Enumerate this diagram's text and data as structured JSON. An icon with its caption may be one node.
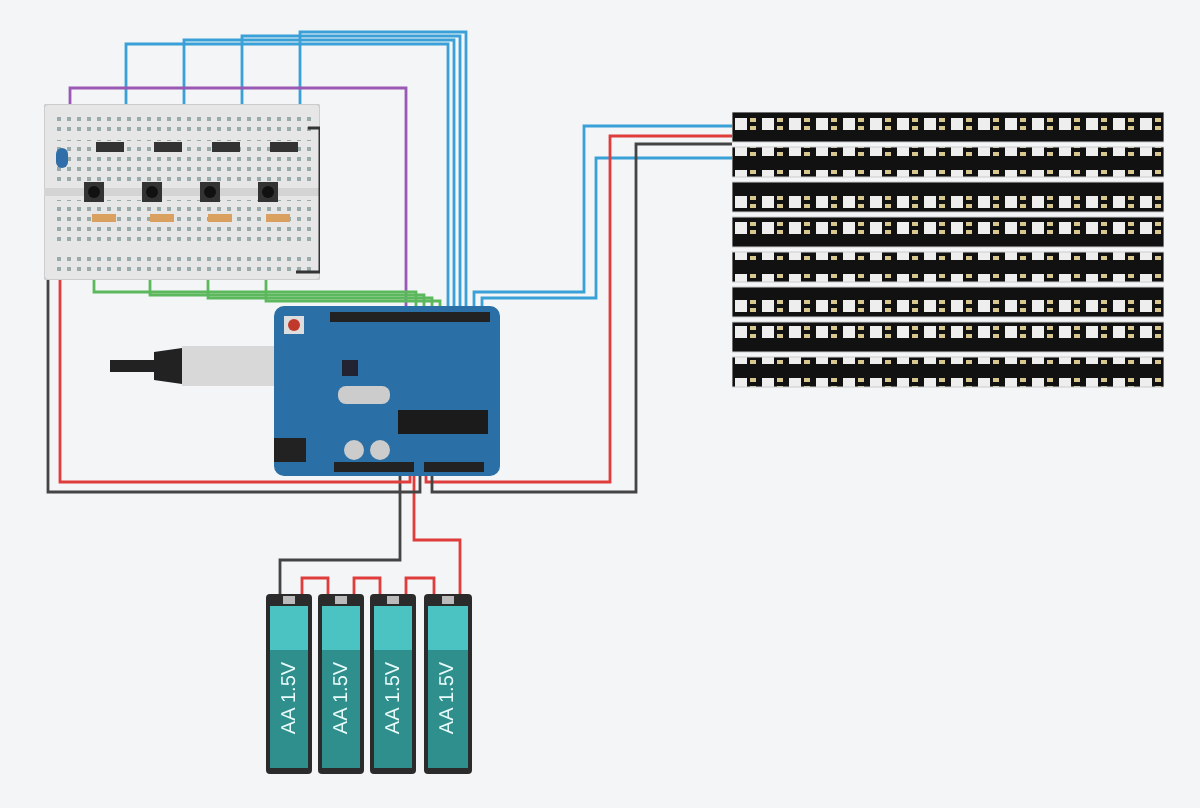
{
  "diagram": {
    "nodes": [
      {
        "text": [],
        "shape": "picture"
      },
      {
        "text": [],
        "shape": "picture"
      },
      {
        "text": [],
        "shape": "picture"
      },
      {
        "text": [
          "AA 1.5V"
        ]
      },
      {
        "text": [
          "AA 1.5V"
        ]
      },
      {
        "text": [
          "AA 1.5V"
        ]
      },
      {
        "text": [
          "AA 1.5V"
        ]
      }
    ],
    "edges": [
      {
        "from": 0,
        "to": 1,
        "arrow": "none",
        "color": "#3aa0d8"
      },
      {
        "from": 0,
        "to": 1,
        "arrow": "none",
        "color": "#3aa0d8"
      },
      {
        "from": 0,
        "to": 1,
        "arrow": "none",
        "color": "#3aa0d8"
      },
      {
        "from": 0,
        "to": 1,
        "arrow": "none",
        "color": "#3aa0d8"
      },
      {
        "from": 0,
        "to": 1,
        "arrow": "none",
        "color": "#9b59b6"
      },
      {
        "from": 0,
        "to": 1,
        "arrow": "none",
        "color": "#5cb85c"
      },
      {
        "from": 0,
        "to": 1,
        "arrow": "none",
        "color": "#5cb85c"
      },
      {
        "from": 0,
        "to": 1,
        "arrow": "none",
        "color": "#5cb85c"
      },
      {
        "from": 0,
        "to": 1,
        "arrow": "none",
        "color": "#5cb85c"
      },
      {
        "from": 1,
        "to": 2,
        "arrow": "none",
        "color": "#3aa0d8"
      },
      {
        "from": 1,
        "to": 2,
        "arrow": "none",
        "color": "#3aa0d8"
      },
      {
        "from": 6,
        "to": 1,
        "arrow": "none",
        "color": "#e03c3c"
      },
      {
        "from": 3,
        "to": 1,
        "arrow": "none",
        "color": "#444444"
      },
      {
        "from": 1,
        "to": 0,
        "arrow": "none",
        "color": "#e03c3c"
      },
      {
        "from": 1,
        "to": 0,
        "arrow": "none",
        "color": "#444444"
      },
      {
        "from": 1,
        "to": 2,
        "arrow": "none",
        "color": "#e03c3c"
      },
      {
        "from": 1,
        "to": 2,
        "arrow": "none",
        "color": "#444444"
      },
      {
        "from": 3,
        "to": 4,
        "arrow": "none",
        "color": "#e03c3c"
      },
      {
        "from": 4,
        "to": 5,
        "arrow": "none",
        "color": "#e03c3c"
      },
      {
        "from": 5,
        "to": 6,
        "arrow": "none",
        "color": "#e03c3c"
      }
    ]
  }
}
